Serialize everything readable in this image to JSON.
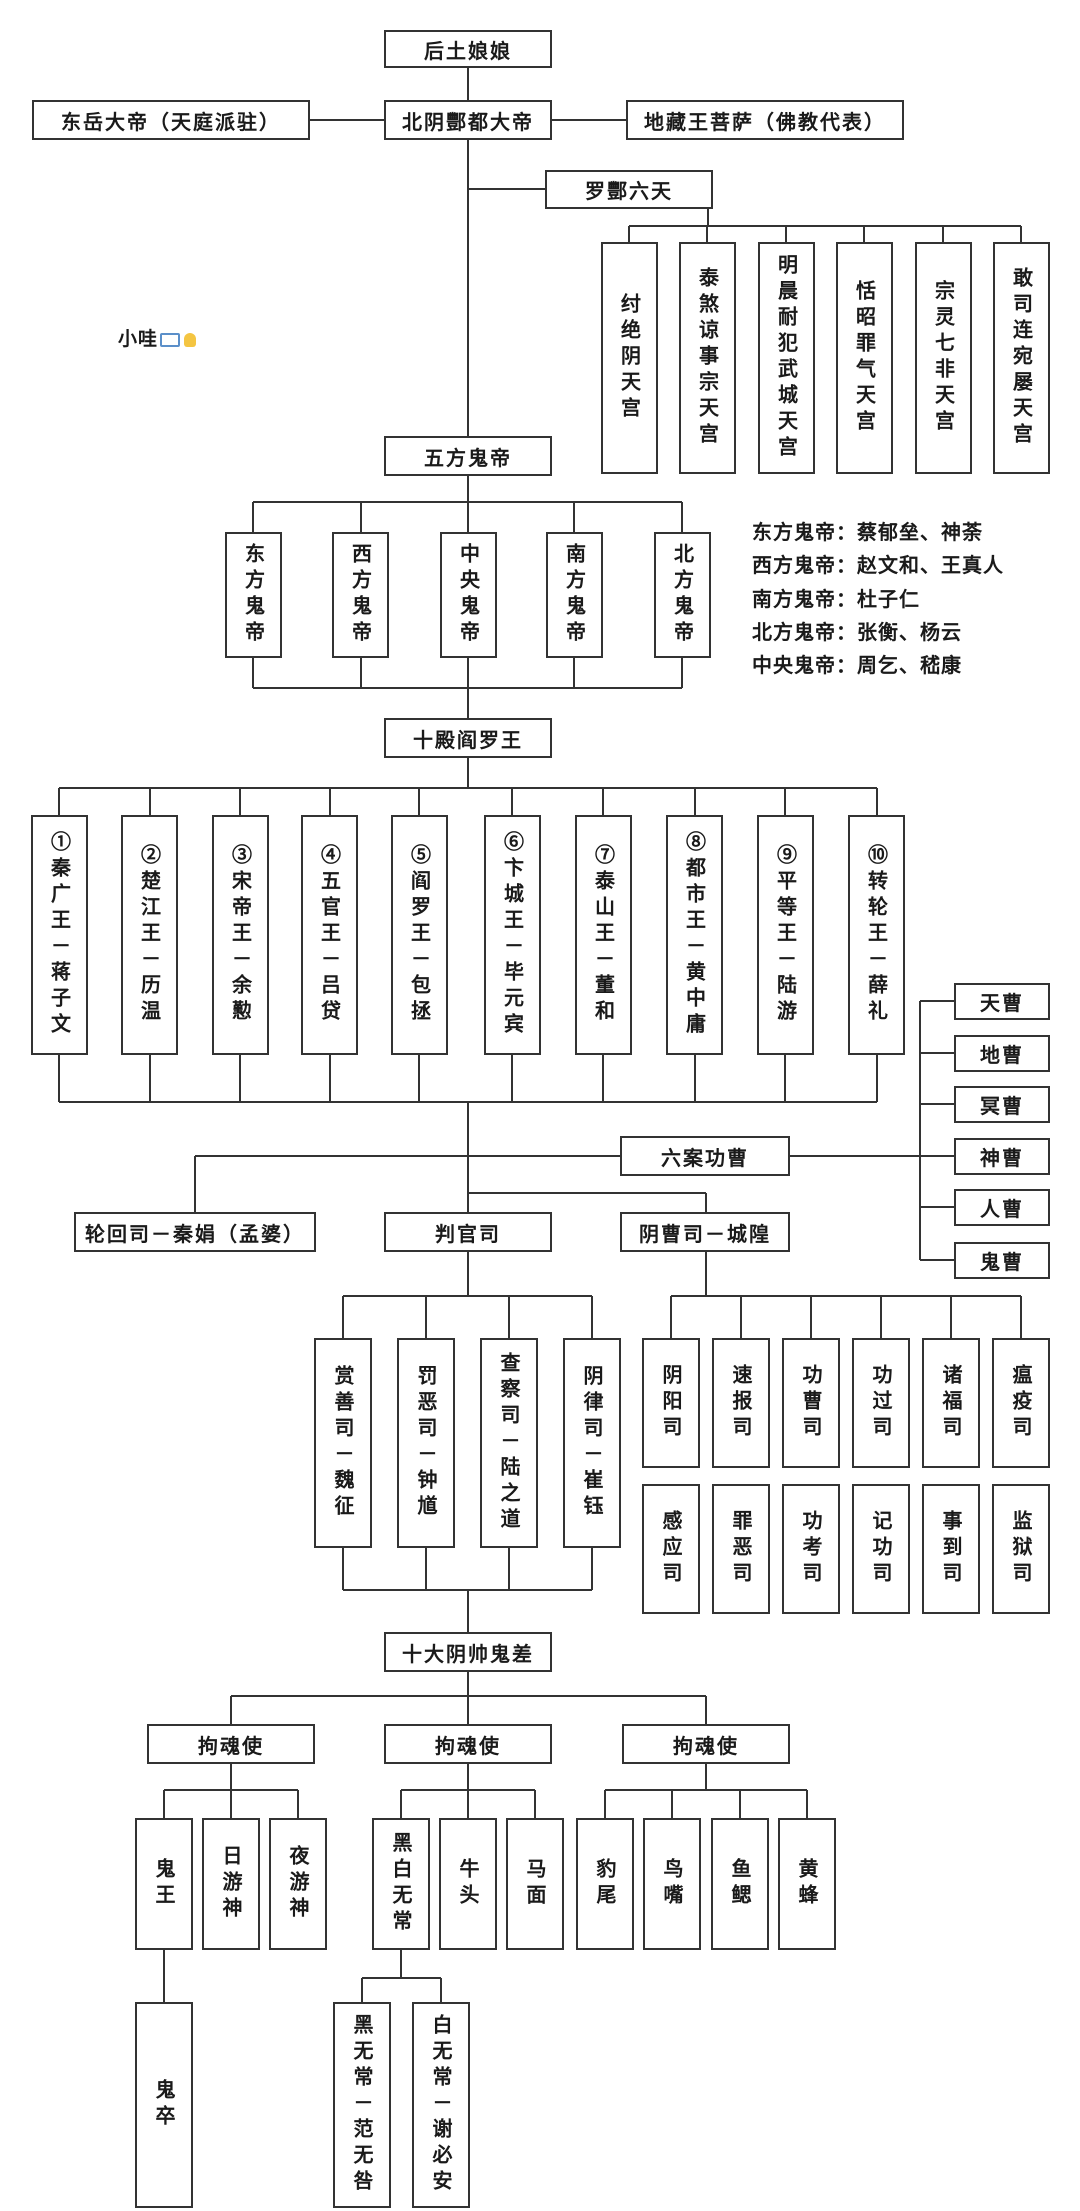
{
  "top": {
    "houtu": "后土娘娘",
    "dongyue": "东岳大帝（天庭派驻）",
    "beiyin": "北阴酆都大帝",
    "dizang": "地藏王菩萨（佛教代表）"
  },
  "luofeng": {
    "title": "罗酆六天",
    "palaces": [
      "纣绝阴天宫",
      "泰煞谅事宗天宫",
      "明晨耐犯武城天宫",
      "恬昭罪气天宫",
      "宗灵七非天宫",
      "敢司连宛屡天宫"
    ]
  },
  "note_author": "小哇",
  "wufang": {
    "title": "五方鬼帝",
    "emperors": [
      "东方鬼帝",
      "西方鬼帝",
      "中央鬼帝",
      "南方鬼帝",
      "北方鬼帝"
    ],
    "notes": [
      "东方鬼帝：蔡郁垒、神荼",
      "西方鬼帝：赵文和、王真人",
      "南方鬼帝：杜子仁",
      "北方鬼帝：张衡、杨云",
      "中央鬼帝：周乞、嵇康"
    ]
  },
  "shidian": {
    "title": "十殿阎罗王",
    "kings": [
      "①秦广王－蒋子文",
      "②楚江王－历温",
      "③宋帝王－余懃",
      "④五官王－吕贷",
      "⑤阎罗王－包拯",
      "⑥卞城王－毕元宾",
      "⑦泰山王－董和",
      "⑧都市王－黄中庸",
      "⑨平等王－陆游",
      "⑩转轮王－薛礼"
    ]
  },
  "liuan": {
    "title": "六案功曹",
    "items": [
      "天曹",
      "地曹",
      "冥曹",
      "神曹",
      "人曹",
      "鬼曹"
    ]
  },
  "lunhui": "轮回司－秦娟（孟婆）",
  "panguan": {
    "title": "判官司",
    "items": [
      "赏善司－魏征",
      "罚恶司－钟馗",
      "查察司－陆之道",
      "阴律司－崔钰"
    ]
  },
  "yincao": {
    "title": "阴曹司－城隍",
    "row1": [
      "阴阳司",
      "速报司",
      "功曹司",
      "功过司",
      "诸福司",
      "瘟疫司"
    ],
    "row2": [
      "感应司",
      "罪恶司",
      "功考司",
      "记功司",
      "事到司",
      "监狱司"
    ]
  },
  "yinshuai": {
    "title": "十大阴帅鬼差",
    "gouhun": [
      "拘魂使",
      "拘魂使",
      "拘魂使"
    ],
    "group1": [
      "鬼王",
      "日游神",
      "夜游神"
    ],
    "guizu": "鬼卒",
    "group2": [
      "黑白无常",
      "牛头",
      "马面"
    ],
    "wuchang": [
      "黑无常－范无咎",
      "白无常－谢必安"
    ],
    "group3": [
      "豹尾",
      "鸟嘴",
      "鱼鳃",
      "黄蜂"
    ]
  }
}
